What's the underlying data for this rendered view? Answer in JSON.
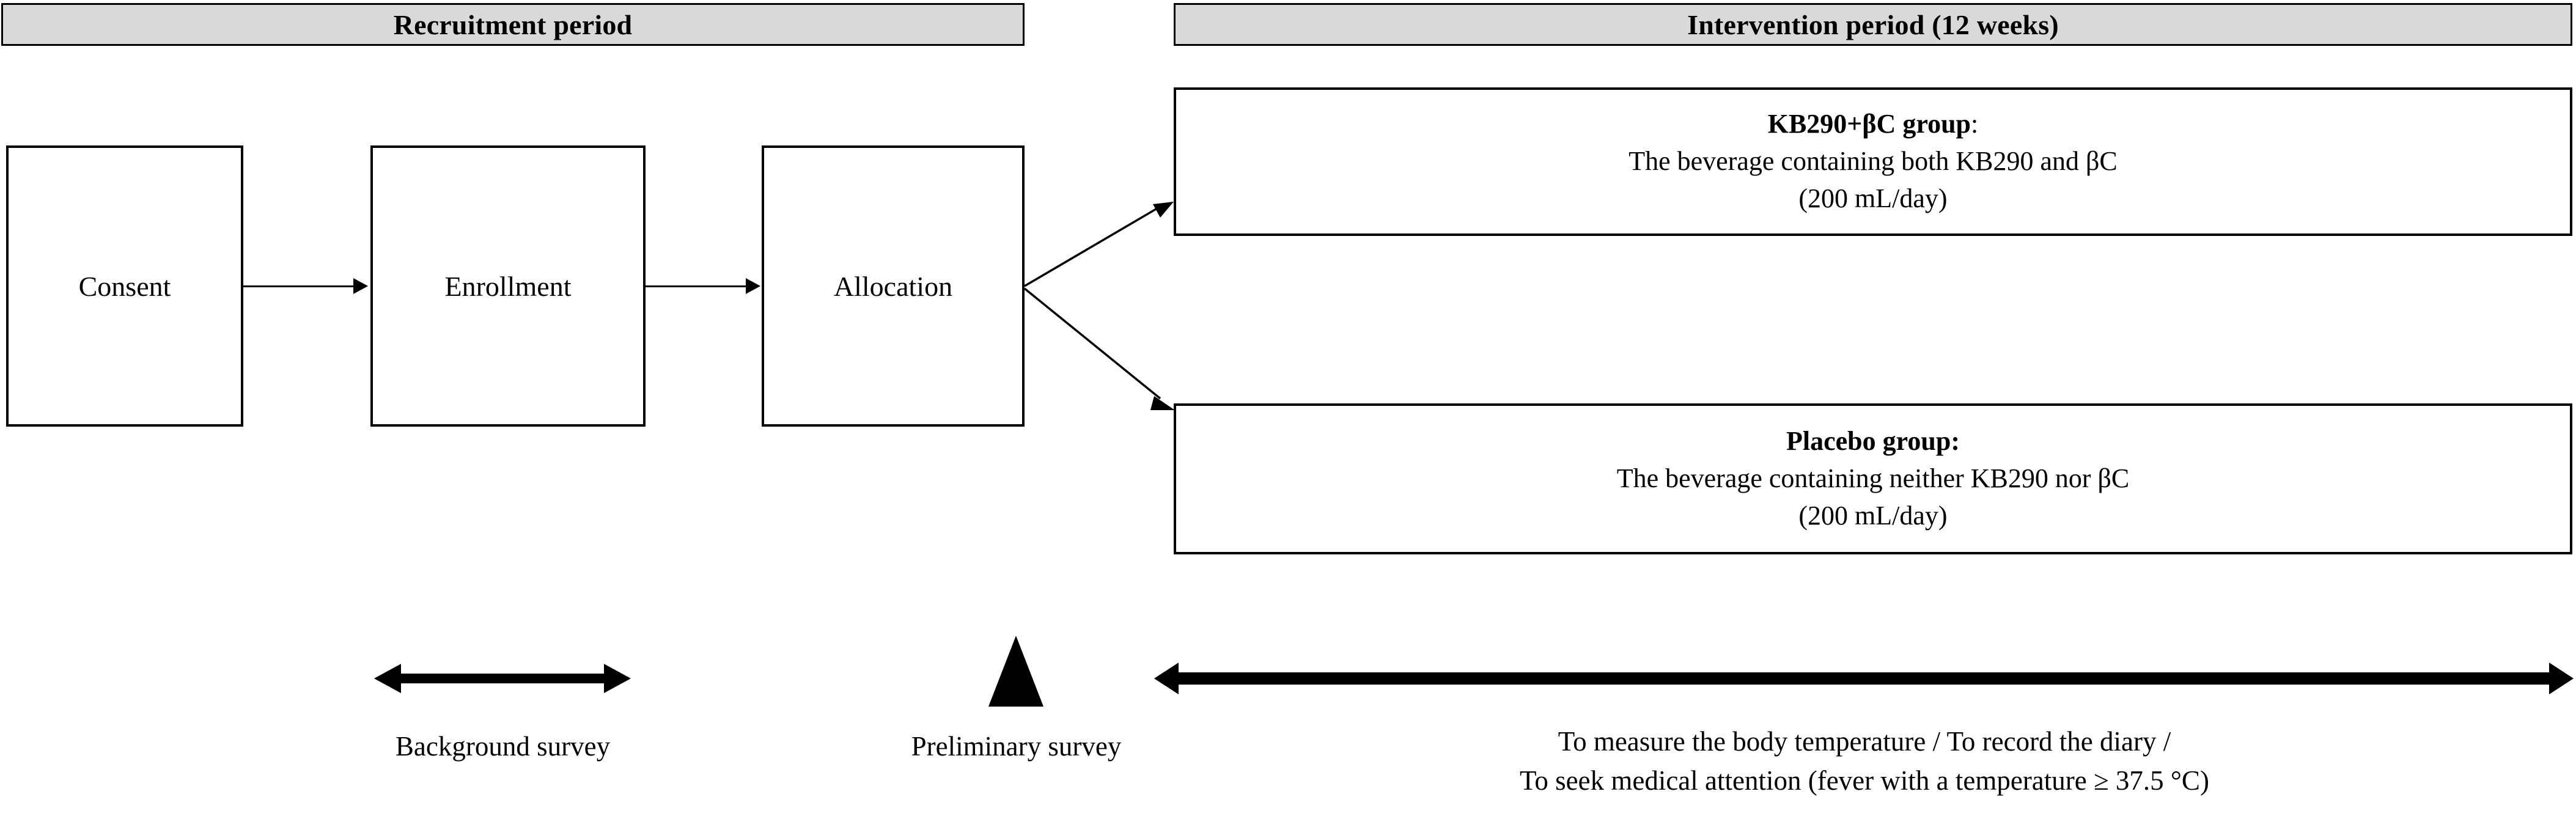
{
  "headers": {
    "recruitment": "Recruitment period",
    "intervention": "Intervention period (12 weeks)"
  },
  "flow": {
    "consent": "Consent",
    "enrollment": "Enrollment",
    "allocation": "Allocation"
  },
  "groups": {
    "kb290": {
      "title_bold": "KB290+βC group",
      "title_rest": ":",
      "line2": "The beverage containing both KB290 and βC",
      "line3": "(200 mL/day)"
    },
    "placebo": {
      "title_bold": "Placebo group:",
      "title_rest": "",
      "line2": "The beverage containing neither KB290 nor βC",
      "line3": "(200 mL/day)"
    }
  },
  "annotations": {
    "background_survey": "Background survey",
    "preliminary_survey": "Preliminary survey",
    "intervention_line1": "To measure the body temperature / To record the diary /",
    "intervention_line2": "To seek medical attention (fever with a temperature ≥ 37.5 °C)"
  },
  "colors": {
    "header_fill": "#d9d9d9",
    "stroke": "#000000",
    "background": "#ffffff"
  }
}
